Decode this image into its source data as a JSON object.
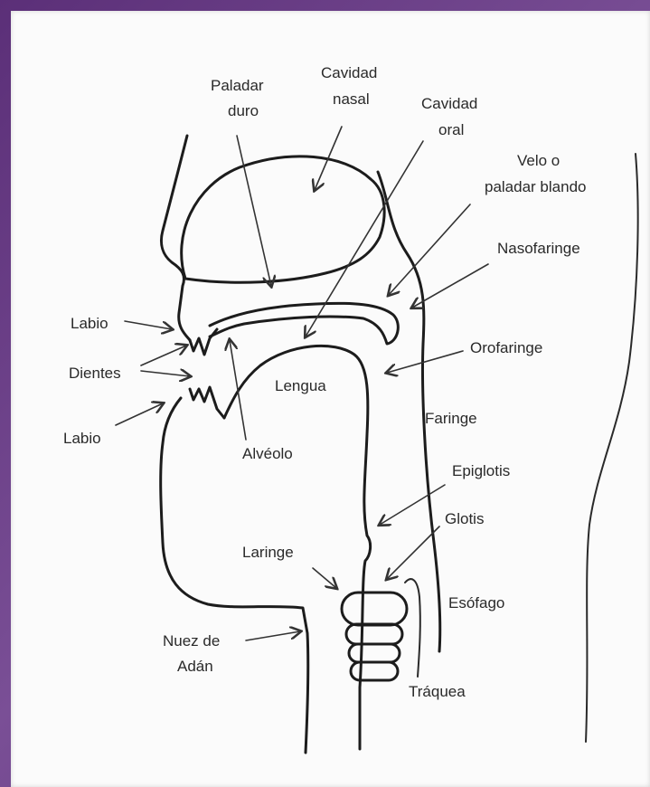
{
  "labels": {
    "paladar_duro_1": "Paladar",
    "paladar_duro_2": "duro",
    "cavidad_nasal_1": "Cavidad",
    "cavidad_nasal_2": "nasal",
    "cavidad_oral_1": "Cavidad",
    "cavidad_oral_2": "oral",
    "velo_1": "Velo o",
    "velo_2": "paladar blando",
    "nasofaringe": "Nasofaringe",
    "labio_superior": "Labio",
    "dientes": "Dientes",
    "labio_inferior": "Labio",
    "orofaringe": "Orofaringe",
    "lengua": "Lengua",
    "faringe": "Faringe",
    "alveolo": "Alvéolo",
    "epiglotis": "Epiglotis",
    "glotis": "Glotis",
    "laringe": "Laringe",
    "esofago": "Esófago",
    "nuez_1": "Nuez de",
    "nuez_2": "Adán",
    "traquea": "Tráquea"
  }
}
